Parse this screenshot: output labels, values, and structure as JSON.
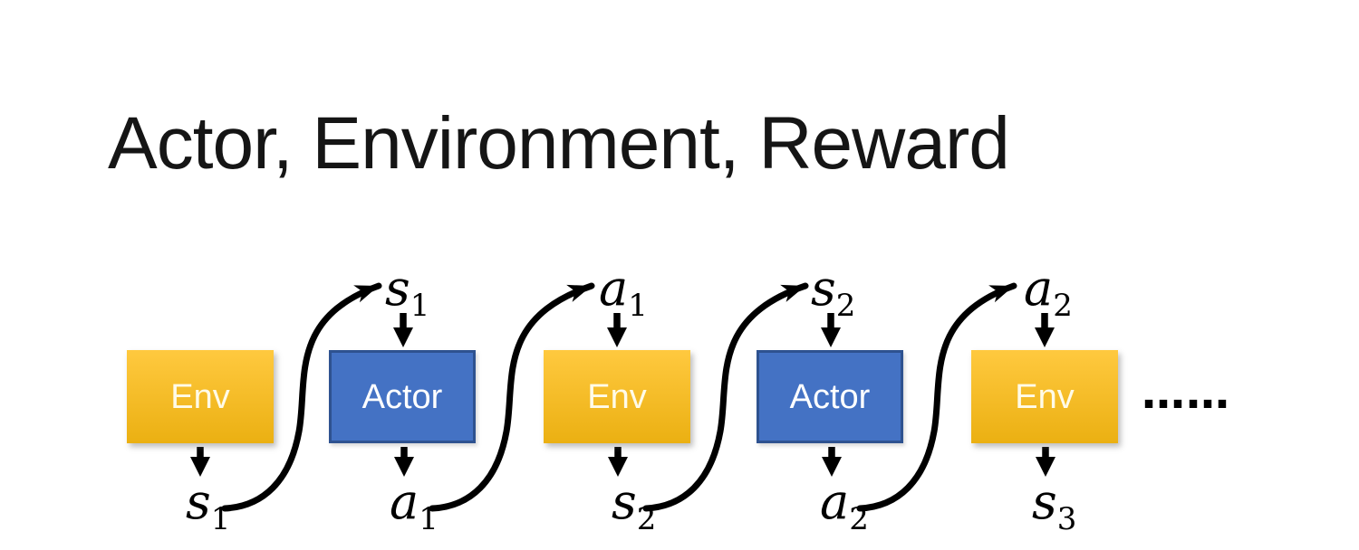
{
  "title": "Actor, Environment, Reward",
  "diagram": {
    "boxes": [
      {
        "label": "Env",
        "type": "env"
      },
      {
        "label": "Actor",
        "type": "actor"
      },
      {
        "label": "Env",
        "type": "env"
      },
      {
        "label": "Actor",
        "type": "actor"
      },
      {
        "label": "Env",
        "type": "env"
      }
    ],
    "top_labels": [
      {
        "base": "s",
        "sub": "1"
      },
      {
        "base": "a",
        "sub": "1"
      },
      {
        "base": "s",
        "sub": "2"
      },
      {
        "base": "a",
        "sub": "2"
      }
    ],
    "bottom_labels": [
      {
        "base": "s",
        "sub": "1"
      },
      {
        "base": "a",
        "sub": "1"
      },
      {
        "base": "s",
        "sub": "2"
      },
      {
        "base": "a",
        "sub": "2"
      },
      {
        "base": "s",
        "sub": "3"
      }
    ],
    "ellipsis": "……"
  },
  "colors": {
    "ink": "#000000",
    "env_top": "#FFC93F",
    "env_bottom": "#EBB012",
    "env_text": "#FFFBE8",
    "actor_fill": "#4472C4",
    "actor_border": "#2E5290",
    "actor_text": "#FFFFFF"
  }
}
